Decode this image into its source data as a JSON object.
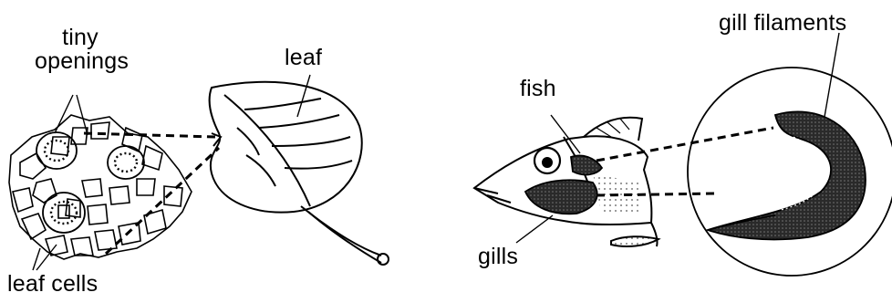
{
  "labels": {
    "tiny_openings_line1": "tiny",
    "tiny_openings_line2": "openings",
    "leaf": "leaf",
    "leaf_cells": "leaf cells",
    "fish": "fish",
    "gill_filaments": "gill filaments",
    "gills": "gills"
  },
  "colors": {
    "ink": "#000000",
    "gill_fill": "#2a2a2a",
    "background": "#ffffff"
  }
}
